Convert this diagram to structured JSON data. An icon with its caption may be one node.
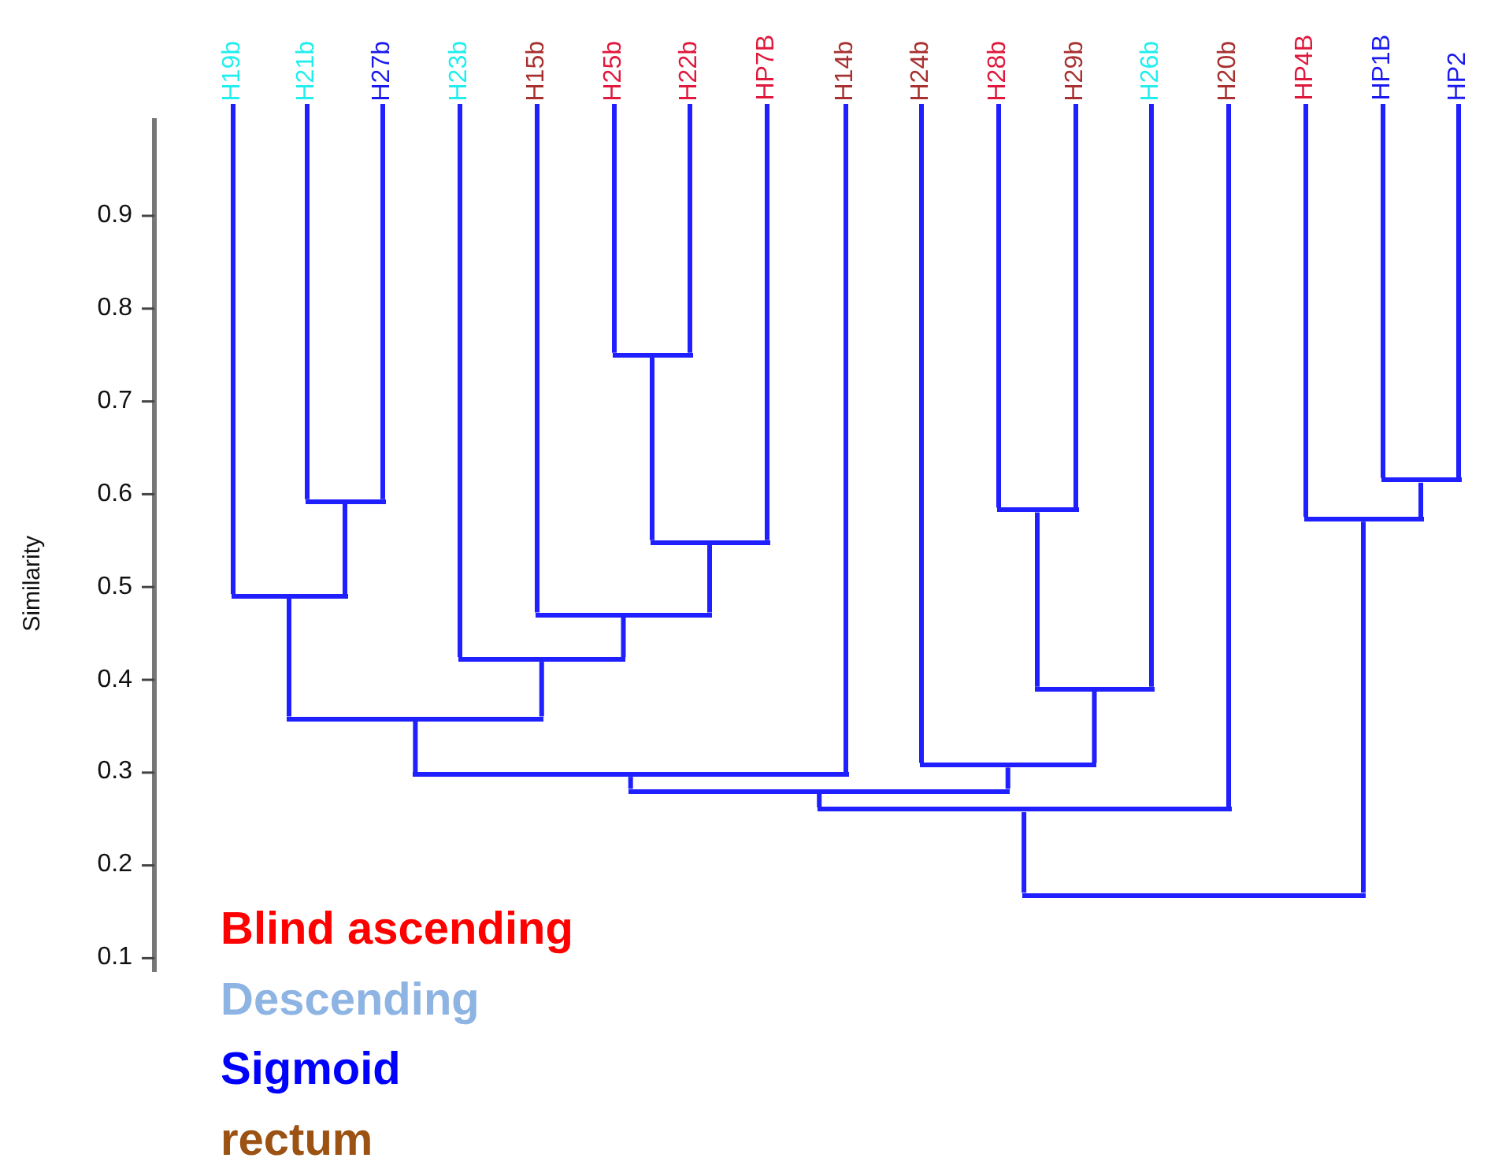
{
  "diagram": {
    "nodes": [
      {
        "text": [
          "H19b"
        ]
      },
      {
        "text": [
          "H21b"
        ]
      },
      {
        "text": [
          "H27b"
        ]
      },
      {
        "text": [
          "H23b"
        ]
      },
      {
        "text": [
          "H15b"
        ]
      },
      {
        "text": [
          "H25b"
        ]
      },
      {
        "text": [
          "H22b"
        ]
      },
      {
        "text": [
          "HP7B"
        ]
      },
      {
        "text": [
          "H14b"
        ]
      },
      {
        "text": [
          "H24b"
        ]
      },
      {
        "text": [
          "H28b"
        ]
      },
      {
        "text": [
          "H29b"
        ]
      },
      {
        "text": [
          "H26b"
        ]
      },
      {
        "text": [
          "H20b"
        ]
      },
      {
        "text": [
          "HP4B"
        ]
      },
      {
        "text": [
          "HP1B"
        ]
      },
      {
        "text": [
          "HP2"
        ]
      },
      {
        "text": [],
        "shape": "bar"
      },
      {
        "text": [],
        "shape": "bar"
      },
      {
        "text": [],
        "shape": "bar"
      },
      {
        "text": [],
        "shape": "bar"
      },
      {
        "text": [],
        "shape": "bar"
      },
      {
        "text": [],
        "shape": "bar"
      },
      {
        "text": [],
        "shape": "bar"
      },
      {
        "text": [],
        "shape": "bar"
      },
      {
        "text": [],
        "shape": "bar"
      },
      {
        "text": [],
        "shape": "bar"
      },
      {
        "text": [],
        "shape": "bar"
      },
      {
        "text": [],
        "shape": "bar"
      },
      {
        "text": [],
        "shape": "bar"
      },
      {
        "text": [],
        "shape": "bar"
      },
      {
        "text": [],
        "shape": "bar"
      },
      {
        "text": [],
        "shape": "bar"
      }
    ],
    "edges": [
      {
        "from": 17,
        "to": 1,
        "arrow": "none"
      },
      {
        "from": 17,
        "to": 2,
        "arrow": "none"
      },
      {
        "from": 18,
        "to": 0,
        "arrow": "none"
      },
      {
        "from": 18,
        "to": 17,
        "arrow": "none"
      },
      {
        "from": 19,
        "to": 5,
        "arrow": "none"
      },
      {
        "from": 19,
        "to": 6,
        "arrow": "none"
      },
      {
        "from": 20,
        "to": 19,
        "arrow": "none"
      },
      {
        "from": 20,
        "to": 7,
        "arrow": "none"
      },
      {
        "from": 21,
        "to": 4,
        "arrow": "none"
      },
      {
        "from": 21,
        "to": 20,
        "arrow": "none"
      },
      {
        "from": 22,
        "to": 3,
        "arrow": "none"
      },
      {
        "from": 22,
        "to": 21,
        "arrow": "none"
      },
      {
        "from": 23,
        "to": 18,
        "arrow": "none"
      },
      {
        "from": 23,
        "to": 22,
        "arrow": "none"
      },
      {
        "from": 24,
        "to": 23,
        "arrow": "none"
      },
      {
        "from": 24,
        "to": 8,
        "arrow": "none"
      },
      {
        "from": 25,
        "to": 10,
        "arrow": "none"
      },
      {
        "from": 25,
        "to": 11,
        "arrow": "none"
      },
      {
        "from": 26,
        "to": 25,
        "arrow": "none"
      },
      {
        "from": 26,
        "to": 12,
        "arrow": "none"
      },
      {
        "from": 27,
        "to": 9,
        "arrow": "none"
      },
      {
        "from": 27,
        "to": 26,
        "arrow": "none"
      },
      {
        "from": 28,
        "to": 24,
        "arrow": "none"
      },
      {
        "from": 28,
        "to": 27,
        "arrow": "none"
      },
      {
        "from": 29,
        "to": 28,
        "arrow": "none"
      },
      {
        "from": 29,
        "to": 13,
        "arrow": "none"
      },
      {
        "from": 30,
        "to": 15,
        "arrow": "none"
      },
      {
        "from": 30,
        "to": 16,
        "arrow": "none"
      },
      {
        "from": 31,
        "to": 14,
        "arrow": "none"
      },
      {
        "from": 31,
        "to": 30,
        "arrow": "none"
      },
      {
        "from": 32,
        "to": 29,
        "arrow": "none"
      },
      {
        "from": 32,
        "to": 31,
        "arrow": "none"
      }
    ],
    "labels": [
      "0.9",
      "0.8",
      "0.7",
      "0.6",
      "0.5",
      "0.4",
      "0.3",
      "0.2",
      "0.1",
      "Similarity"
    ],
    "legend": [
      {
        "text": "Blind ascending",
        "color": "#ff0000"
      },
      {
        "text": "Descending",
        "color": "#8db4e2"
      },
      {
        "text": "Sigmoid",
        "color": "#0000ff"
      },
      {
        "text": "rectum",
        "color": "#9c5213"
      }
    ]
  }
}
